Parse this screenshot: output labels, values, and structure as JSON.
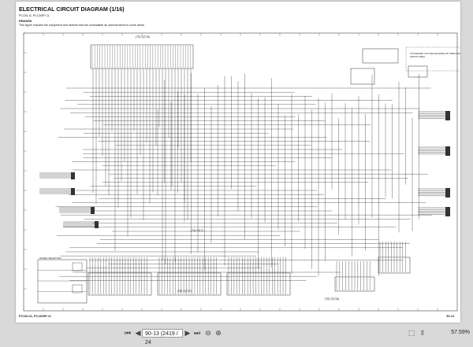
{
  "document": {
    "title": "ELECTRICAL CIRCUIT DIAGRAM (1/16)",
    "model_line": "PC130-11, PC130SP-11",
    "remark_heading": "REMARK",
    "remark_text": "This figure includes the equipment and devices that are unavailable as optional items in some areas.",
    "footer_left": "PC130-11, PC130SP-11",
    "footer_right": "90-13",
    "note_star": "*STANDARD ON THE MACHINE OF SPECIFIED FRONT AREA",
    "connector_labels": [
      "(T3) S(T16)",
      "(T4) S(17)",
      "(T5) S(T17)",
      "(T6) S(T18)",
      "MODEL SELECTOR"
    ]
  },
  "toolbar": {
    "page_field": "90-13 (2419 / 24",
    "zoom": "57.59%",
    "icons": [
      "first-page-icon",
      "prev-page-icon",
      "next-page-icon",
      "last-page-icon",
      "zoom-out-icon",
      "zoom-in-icon",
      "fit-page-icon",
      "select-icon"
    ]
  }
}
